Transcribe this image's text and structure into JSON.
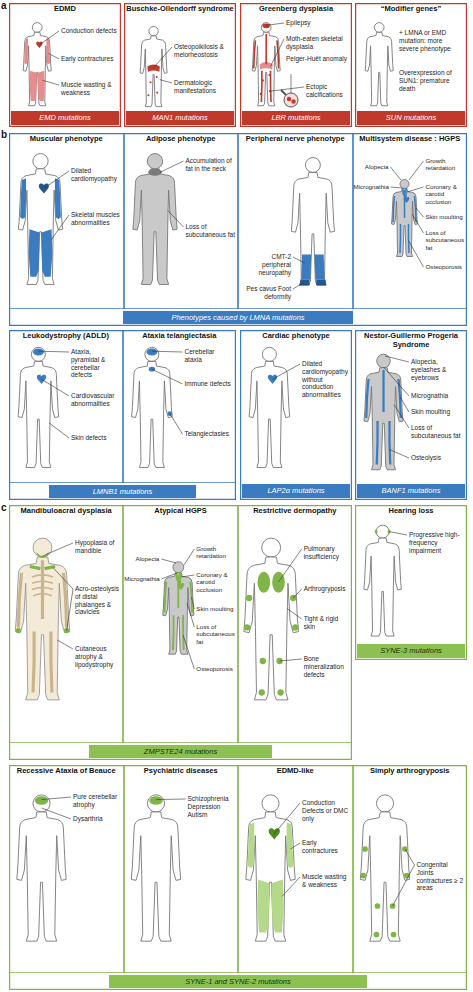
{
  "diagram": {
    "nodes": [
      {
        "text": [
          "EDMD",
          "Conduction defects",
          "Early contractures",
          "Muscle wasting & weakness"
        ]
      },
      {
        "text": [
          "EMD mutations"
        ],
        "in": 0
      },
      {
        "text": [
          "Buschke-Ollendorff syndrome",
          "Osteopoikilosis & melorheostosis",
          "Dermatologic manifestations"
        ]
      },
      {
        "text": [
          "MAN1 mutations"
        ],
        "in": 2
      },
      {
        "text": [
          "Greenberg dysplasia",
          "Epilepsy",
          "Moth-eaten skeletal dysplasia",
          "Pelger-Huët anomaly",
          "Ectopic calcifications"
        ]
      },
      {
        "text": [
          "LBR mutations"
        ],
        "in": 4
      },
      {
        "text": [
          "“Modifier genes”",
          "+ LMNA or EMD mutation: more severe phenotype",
          "Overexpression of SUN1: premature death"
        ]
      },
      {
        "text": [
          "SUN mutations"
        ],
        "in": 6
      },
      {
        "text": []
      },
      {
        "text": [
          "Muscular phenotype",
          "Dilated cardiomyopathy",
          "Skeletal muscles abnormalities"
        ],
        "in": 8
      },
      {
        "text": [
          "Adipose phenotype",
          "Accumulation of fat in the neck",
          "Loss of subcutaneous fat"
        ],
        "in": 8
      },
      {
        "text": [
          "Peripheral nerve phenotype",
          "CMT-2 peripheral neuropathy",
          "Pes cavus Foot deformity"
        ],
        "in": 8
      },
      {
        "text": [
          "Multisystem disease : HGPS",
          "Alopecia",
          "Micrognathia",
          "Growth retardation",
          "Coronary & carotid occlusion",
          "Skin moulting",
          "Loss of subcutaneous fat",
          "Osteoporosis"
        ],
        "in": 8
      },
      {
        "text": [
          "Phenotypes caused by LMNA mutations"
        ],
        "in": 8
      },
      {
        "text": []
      },
      {
        "text": [
          "Leukodystrophy (ADLD)",
          "Ataxia, pyramidal & cerebellar defects",
          "Cardiovascular abnormalities",
          "Skin defects"
        ],
        "in": 14
      },
      {
        "text": [
          "Ataxia telangiectasia",
          "Cerebellar ataxia",
          "Immune defects",
          "Telangiectasies"
        ],
        "in": 14
      },
      {
        "text": [
          "LMNB1 mutations"
        ],
        "in": 14
      },
      {
        "text": [
          "Cardiac phenotype",
          "Dilated cardiomyopathy without conduction abnormalities"
        ]
      },
      {
        "text": [
          "LAP2α mutations"
        ],
        "in": 18
      },
      {
        "text": [
          "Nestor-Guillermo Progeria Syndrome",
          "Alopecia, eyelashes & eyebrows",
          "Micrognathia",
          "Skin moulting",
          "Loss of subcutaneous fat",
          "Osteolysis"
        ]
      },
      {
        "text": [
          "BANF1 mutations"
        ],
        "in": 20
      },
      {
        "text": []
      },
      {
        "text": [
          "Mandibuloacral dysplasia",
          "Hypoplasia of mandible",
          "Acro-osteolysis of distal phalanges & clavicles",
          "Cutaneous atrophy & lipodystrophy"
        ],
        "in": 22
      },
      {
        "text": [
          "Atypical HGPS",
          "Alopecia",
          "Micrognathia",
          "Growth retardation",
          "Coronary & carotid occlusion",
          "Skin moulting",
          "Loss of subcutaneous fat",
          "Osteoporosis"
        ],
        "in": 22
      },
      {
        "text": [
          "Restrictive dermopathy",
          "Pulmonary insufficiency",
          "Arthrogryposis",
          "Tight & rigid skin",
          "Bone mineralization defects"
        ],
        "in": 22
      },
      {
        "text": [
          "ZMPSTE24 mutations"
        ],
        "in": 22
      },
      {
        "text": [
          "Hearing loss",
          "Progressive high-frequency impairment"
        ]
      },
      {
        "text": [
          "SYNE-3 mutations"
        ],
        "in": 27
      },
      {
        "text": []
      },
      {
        "text": [
          "Recessive Ataxia of Beauce",
          "Pure cerebellar atrophy",
          "Dysarthria"
        ],
        "in": 29
      },
      {
        "text": [
          "Psychiatric diseases",
          "Schizophrenia Depression Autism"
        ],
        "in": 29
      },
      {
        "text": [
          "EDMD-like",
          "Conduction Defects or DMC only",
          "Early contractures",
          "Muscle wasting & weakness"
        ],
        "in": 29
      },
      {
        "text": [
          "Simply arthrogryposis",
          "Congenital Joints contractures ≥ 2 areas"
        ],
        "in": 29
      },
      {
        "text": [
          "SYNE-1 and SYNE-2 mutations"
        ],
        "in": 29
      }
    ],
    "labels": [
      "a",
      "b",
      "c"
    ]
  }
}
